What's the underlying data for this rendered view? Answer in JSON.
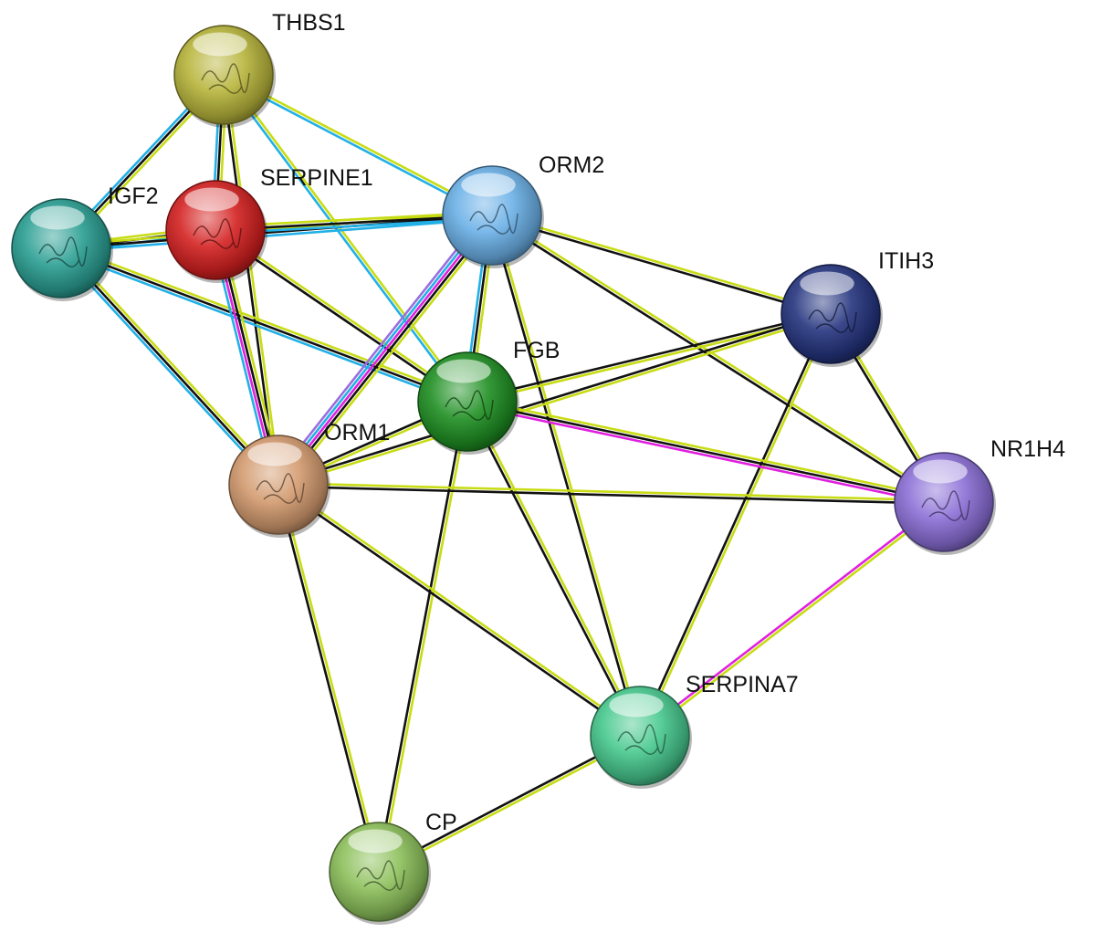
{
  "network": {
    "nodes": [
      {
        "id": "THBS1",
        "label": "THBS1",
        "color": "#b7b43a"
      },
      {
        "id": "SERPINE1",
        "label": "SERPINE1",
        "color": "#d42020"
      },
      {
        "id": "IGF2",
        "label": "IGF2",
        "color": "#2a9e92"
      },
      {
        "id": "ORM2",
        "label": "ORM2",
        "color": "#6ab0e6"
      },
      {
        "id": "ITIH3",
        "label": "ITIH3",
        "color": "#24347e"
      },
      {
        "id": "FGB",
        "label": "FGB",
        "color": "#1f8f22"
      },
      {
        "id": "ORM1",
        "label": "ORM1",
        "color": "#d29a6e"
      },
      {
        "id": "NR1H4",
        "label": "NR1H4",
        "color": "#8a6fd6"
      },
      {
        "id": "SERPINA7",
        "label": "SERPINA7",
        "color": "#47c88e"
      },
      {
        "id": "CP",
        "label": "CP",
        "color": "#8cc05a"
      }
    ],
    "edges": [
      {
        "from": "THBS1",
        "to": "IGF2",
        "colors": [
          "#c8dc14",
          "#111111",
          "#22b0e6"
        ]
      },
      {
        "from": "THBS1",
        "to": "SERPINE1",
        "colors": [
          "#c8dc14",
          "#111111",
          "#22b0e6"
        ]
      },
      {
        "from": "THBS1",
        "to": "ORM2",
        "colors": [
          "#c8dc14",
          "#22b0e6"
        ]
      },
      {
        "from": "THBS1",
        "to": "FGB",
        "colors": [
          "#c8dc14",
          "#22b0e6"
        ]
      },
      {
        "from": "THBS1",
        "to": "ORM1",
        "colors": [
          "#c8dc14",
          "#111111"
        ]
      },
      {
        "from": "IGF2",
        "to": "SERPINE1",
        "colors": [
          "#c8dc14",
          "#111111",
          "#22b0e6"
        ]
      },
      {
        "from": "IGF2",
        "to": "ORM2",
        "colors": [
          "#c8dc14",
          "#111111",
          "#22b0e6"
        ]
      },
      {
        "from": "IGF2",
        "to": "FGB",
        "colors": [
          "#c8dc14",
          "#111111",
          "#22b0e6"
        ]
      },
      {
        "from": "IGF2",
        "to": "ORM1",
        "colors": [
          "#c8dc14",
          "#111111",
          "#22b0e6"
        ]
      },
      {
        "from": "SERPINE1",
        "to": "ORM2",
        "colors": [
          "#c8dc14",
          "#111111",
          "#22b0e6"
        ]
      },
      {
        "from": "SERPINE1",
        "to": "FGB",
        "colors": [
          "#c8dc14",
          "#111111"
        ]
      },
      {
        "from": "SERPINE1",
        "to": "ORM1",
        "colors": [
          "#c8dc14",
          "#111111",
          "#e020e0",
          "#22b0e6"
        ]
      },
      {
        "from": "ORM2",
        "to": "ITIH3",
        "colors": [
          "#c8dc14",
          "#111111"
        ]
      },
      {
        "from": "ORM2",
        "to": "FGB",
        "colors": [
          "#c8dc14",
          "#111111",
          "#22b0e6"
        ]
      },
      {
        "from": "ORM2",
        "to": "ORM1",
        "colors": [
          "#c8dc14",
          "#111111",
          "#e020e0",
          "#22b0e6",
          "#9a6ee0"
        ]
      },
      {
        "from": "ORM2",
        "to": "NR1H4",
        "colors": [
          "#c8dc14",
          "#111111"
        ]
      },
      {
        "from": "ORM2",
        "to": "SERPINA7",
        "colors": [
          "#c8dc14",
          "#111111"
        ]
      },
      {
        "from": "ITIH3",
        "to": "FGB",
        "colors": [
          "#c8dc14",
          "#111111"
        ]
      },
      {
        "from": "ITIH3",
        "to": "ORM1",
        "colors": [
          "#c8dc14",
          "#111111"
        ]
      },
      {
        "from": "ITIH3",
        "to": "NR1H4",
        "colors": [
          "#c8dc14",
          "#111111"
        ]
      },
      {
        "from": "ITIH3",
        "to": "SERPINA7",
        "colors": [
          "#c8dc14",
          "#111111"
        ]
      },
      {
        "from": "FGB",
        "to": "ORM1",
        "colors": [
          "#c8dc14",
          "#111111"
        ]
      },
      {
        "from": "FGB",
        "to": "NR1H4",
        "colors": [
          "#c8dc14",
          "#111111",
          "#e020e0"
        ]
      },
      {
        "from": "FGB",
        "to": "SERPINA7",
        "colors": [
          "#c8dc14",
          "#111111"
        ]
      },
      {
        "from": "FGB",
        "to": "CP",
        "colors": [
          "#c8dc14",
          "#111111"
        ]
      },
      {
        "from": "ORM1",
        "to": "NR1H4",
        "colors": [
          "#c8dc14",
          "#111111"
        ]
      },
      {
        "from": "ORM1",
        "to": "SERPINA7",
        "colors": [
          "#c8dc14",
          "#111111"
        ]
      },
      {
        "from": "ORM1",
        "to": "CP",
        "colors": [
          "#c8dc14",
          "#111111"
        ]
      },
      {
        "from": "NR1H4",
        "to": "SERPINA7",
        "colors": [
          "#c8dc14",
          "#e020e0"
        ]
      },
      {
        "from": "SERPINA7",
        "to": "CP",
        "colors": [
          "#c8dc14",
          "#111111"
        ]
      }
    ]
  }
}
